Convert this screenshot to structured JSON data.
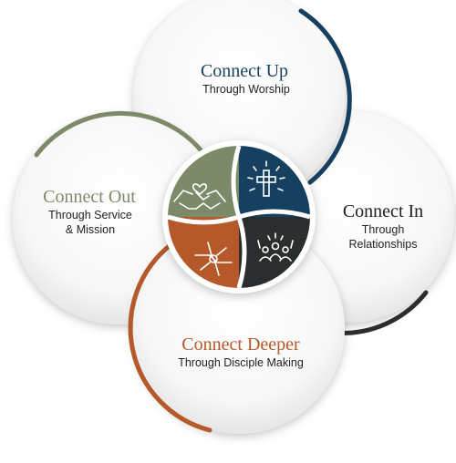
{
  "colors": {
    "up": "#173f5f",
    "in": "#2b2d2f",
    "out": "#7d8a6a",
    "deeper": "#b5582a",
    "out_title": "#7d8a6a",
    "deeper_title": "#b5582a",
    "up_title": "#173f5f",
    "in_title": "#222222"
  },
  "circles": {
    "up": {
      "title": "Connect Up",
      "subtitle_lines": [
        "Through Worship"
      ],
      "icon": "cross-radiant-icon"
    },
    "in": {
      "title": "Connect In",
      "subtitle_lines": [
        "Through",
        "Relationships"
      ],
      "icon": "people-raised-hands-icon"
    },
    "out": {
      "title": "Connect Out",
      "subtitle_lines": [
        "Through Service",
        "& Mission"
      ],
      "icon": "handshake-heart-icon"
    },
    "deeper": {
      "title": "Connect Deeper",
      "subtitle_lines": [
        "Through Disciple Making"
      ],
      "icon": "stacked-hands-icon"
    }
  }
}
